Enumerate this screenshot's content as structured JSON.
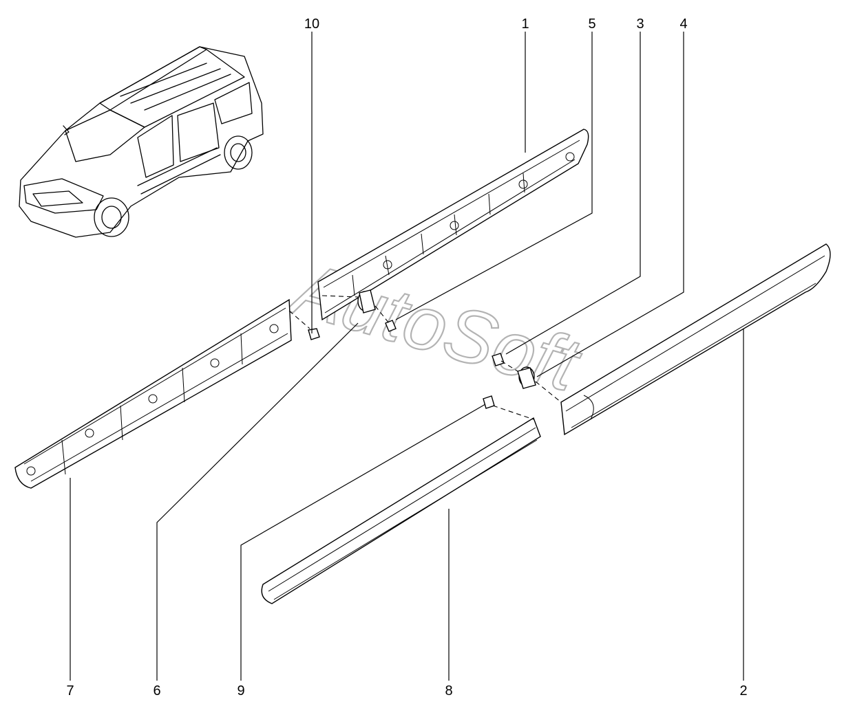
{
  "diagram": {
    "callouts": [
      "1",
      "2",
      "3",
      "4",
      "5",
      "6",
      "7",
      "8",
      "9",
      "10"
    ],
    "watermark": "AutoSoft"
  }
}
